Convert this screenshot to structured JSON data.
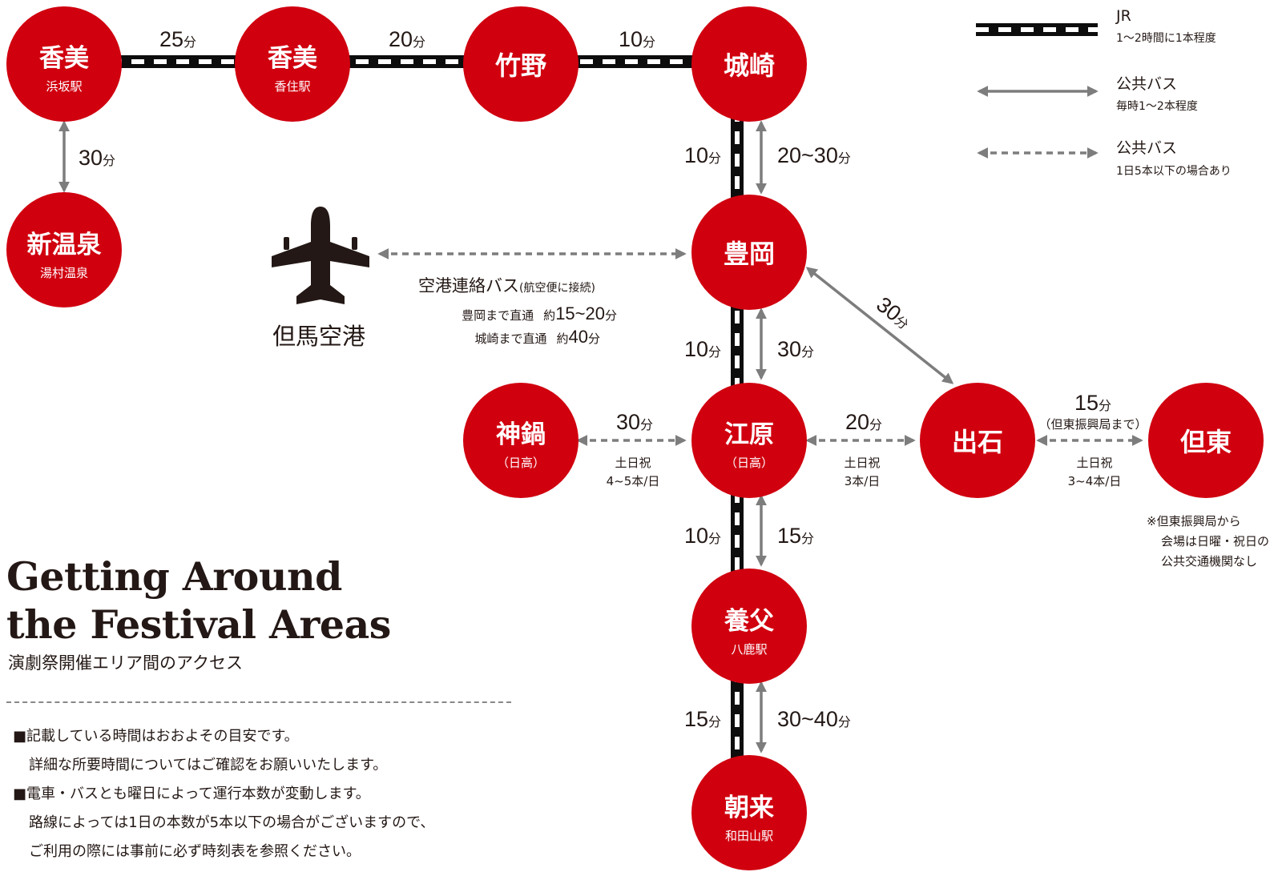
{
  "stations": [
    {
      "id": "kasumi_hamasaka",
      "name": "香美",
      "sub": "浜坂駅"
    },
    {
      "id": "kasumi_kasumi",
      "name": "香美",
      "sub": "香住駅"
    },
    {
      "id": "takeno",
      "name": "竹野",
      "sub": ""
    },
    {
      "id": "kinosaki",
      "name": "城崎",
      "sub": ""
    },
    {
      "id": "shinonsen",
      "name": "新温泉",
      "sub": "湯村温泉"
    },
    {
      "id": "toyooka",
      "name": "豊岡",
      "sub": ""
    },
    {
      "id": "kannabe",
      "name": "神鍋",
      "sub": "（日高）"
    },
    {
      "id": "ebara",
      "name": "江原",
      "sub": "（日高）"
    },
    {
      "id": "izushi",
      "name": "出石",
      "sub": ""
    },
    {
      "id": "tanto",
      "name": "但東",
      "sub": ""
    },
    {
      "id": "yabu",
      "name": "養父",
      "sub": "八鹿駅"
    },
    {
      "id": "asago",
      "name": "朝来",
      "sub": "和田山駅"
    }
  ],
  "times": {
    "hamasaka_kasumi": {
      "num": "25",
      "unit": "分"
    },
    "kasumi_takeno": {
      "num": "20",
      "unit": "分"
    },
    "takeno_kinosaki": {
      "num": "10",
      "unit": "分"
    },
    "hamasaka_shinonsen": {
      "num": "30",
      "unit": "分"
    },
    "kinosaki_toyooka_jr": {
      "num": "10",
      "unit": "分"
    },
    "kinosaki_toyooka_bus": {
      "num": "20~30",
      "unit": "分"
    },
    "toyooka_ebara_jr": {
      "num": "10",
      "unit": "分"
    },
    "toyooka_ebara_bus": {
      "num": "30",
      "unit": "分"
    },
    "toyooka_izushi": {
      "num": "30",
      "unit": "分"
    },
    "kannabe_ebara": {
      "num": "30",
      "unit": "分"
    },
    "ebara_izushi": {
      "num": "20",
      "unit": "分"
    },
    "izushi_tanto": {
      "num": "15",
      "unit": "分"
    },
    "ebara_yabu_jr": {
      "num": "10",
      "unit": "分"
    },
    "ebara_yabu_bus": {
      "num": "15",
      "unit": "分"
    },
    "yabu_asago_jr": {
      "num": "15",
      "unit": "分"
    },
    "yabu_asago_bus": {
      "num": "30~40",
      "unit": "分"
    }
  },
  "notes_small": {
    "kannabe_ebara_days": "土日祝",
    "kannabe_ebara_freq": "4~5本/日",
    "ebara_izushi_days": "土日祝",
    "ebara_izushi_freq": "3本/日",
    "izushi_tanto_via": "（但東振興局まで）",
    "izushi_tanto_days": "土日祝",
    "izushi_tanto_freq": "3~4本/日",
    "tanto_note": [
      "※但東振興局から",
      "会場は日曜・祝日の",
      "公共交通機関なし"
    ]
  },
  "airport": {
    "name": "但馬空港",
    "bus_title": "空港連絡バス",
    "bus_title_note": "(航空便に接続)",
    "line1_label": "豊岡まで直通",
    "line1_prefix": "約",
    "line1_num": "15~20",
    "line1_unit": "分",
    "line2_label": "城崎まで直通",
    "line2_prefix": "約",
    "line2_num": "40",
    "line2_unit": "分",
    "icon": "airplane-icon"
  },
  "legend": {
    "jr_title": "JR",
    "jr_sub": "1〜2時間に1本程度",
    "bus_title": "公共バス",
    "bus_sub": "毎時1〜2本程度",
    "bus2_title": "公共バス",
    "bus2_sub": "1日5本以下の場合あり"
  },
  "heading": {
    "line1": "Getting Around",
    "line2": "the Festival Areas",
    "sub": "演劇祭開催エリア間のアクセス"
  },
  "notes": [
    "■記載している時間はおおよその目安です。",
    "詳細な所要時間についてはご確認をお願いいたします。",
    "■電車・バスとも曜日によって運行本数が変動します。",
    "路線によっては1日の本数が5本以下の場合がございますので、",
    "ご利用の際には事前に必ず時刻表を参照ください。"
  ],
  "colors": {
    "station": "#d0000f",
    "rail": "#0d0d0d",
    "bus": "#7d7d7d",
    "text": "#231815"
  }
}
